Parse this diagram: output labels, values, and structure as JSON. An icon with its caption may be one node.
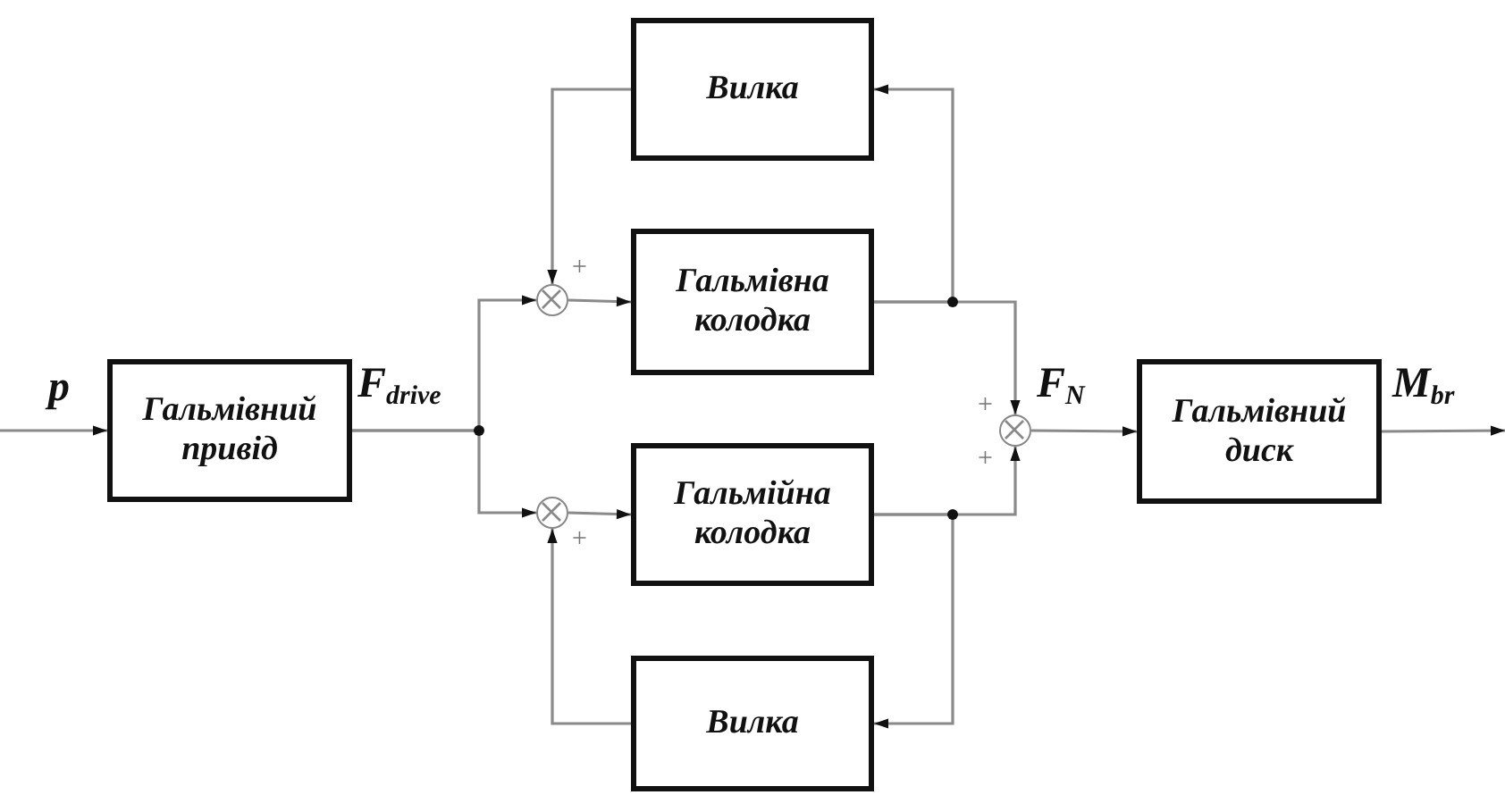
{
  "diagram": {
    "nodes": [
      {
        "text": [
          "Гальмівний привід"
        ]
      },
      {
        "text": [
          "Вилка"
        ]
      },
      {
        "text": [
          "Гальмівна колодка"
        ]
      },
      {
        "text": [
          "Гальмійна колодка"
        ]
      },
      {
        "text": [
          "Вилка"
        ]
      },
      {
        "text": [
          "Гальмівний диск"
        ]
      },
      {
        "text": [],
        "shape": "circle"
      },
      {
        "text": [],
        "shape": "circle"
      },
      {
        "text": [],
        "shape": "circle"
      }
    ],
    "edges": [
      {
        "from": null,
        "to": 0,
        "arrow": "to",
        "label": "p"
      },
      {
        "from": 0,
        "to": 6,
        "arrow": "to",
        "label": "F$_{drive}$"
      },
      {
        "from": 0,
        "to": 7,
        "arrow": "to"
      },
      {
        "from": 1,
        "to": 6,
        "arrow": "to"
      },
      {
        "from": 6,
        "to": 2,
        "arrow": "to"
      },
      {
        "from": 7,
        "to": 3,
        "arrow": "to"
      },
      {
        "from": 2,
        "to": 1,
        "arrow": "to"
      },
      {
        "from": 2,
        "to": 8,
        "arrow": "to"
      },
      {
        "from": 4,
        "to": 7,
        "arrow": "to"
      },
      {
        "from": 3,
        "to": 4,
        "arrow": "to"
      },
      {
        "from": 3,
        "to": 8,
        "arrow": "to"
      },
      {
        "from": 8,
        "to": 5,
        "arrow": "to",
        "label": "F$_{N}$"
      },
      {
        "from": 5,
        "to": null,
        "arrow": "to",
        "label": "M$_{br}$"
      }
    ],
    "labels": [
      "+",
      "+",
      "+",
      "+"
    ]
  }
}
